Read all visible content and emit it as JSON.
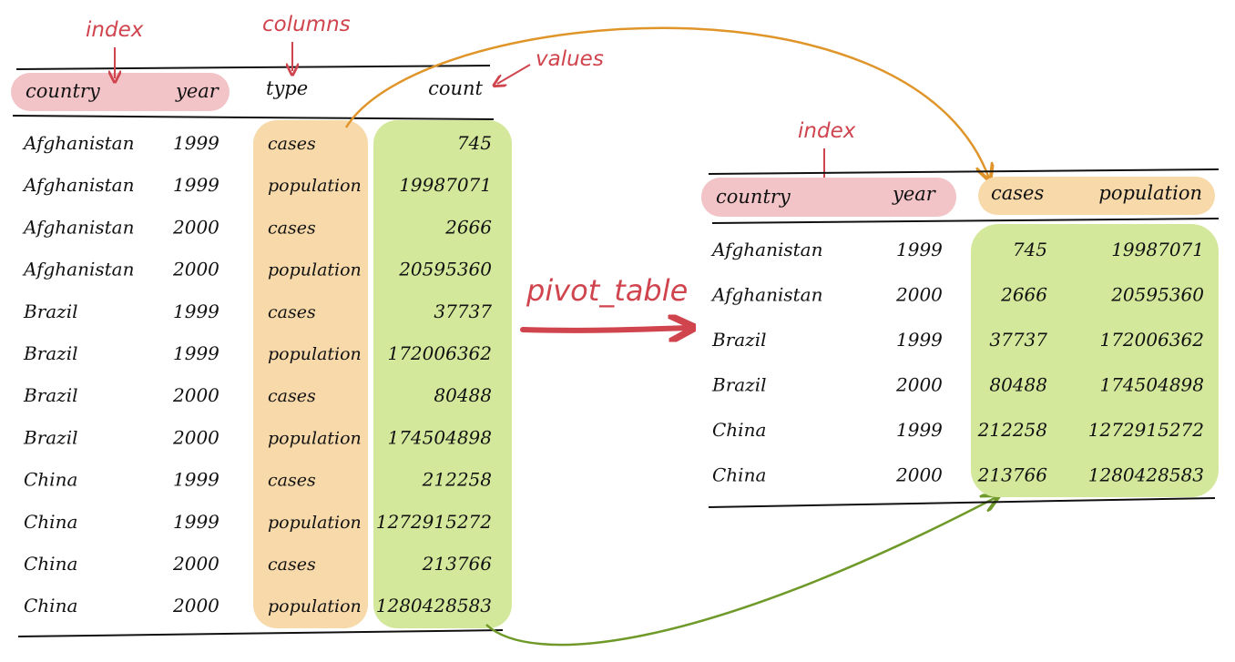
{
  "annotations": {
    "index_left": "index",
    "columns": "columns",
    "values": "values",
    "index_right": "index",
    "operation": "pivot_table"
  },
  "long_table": {
    "headers": [
      "country",
      "year",
      "type",
      "count"
    ],
    "rows": [
      [
        "Afghanistan",
        "1999",
        "cases",
        "745"
      ],
      [
        "Afghanistan",
        "1999",
        "population",
        "19987071"
      ],
      [
        "Afghanistan",
        "2000",
        "cases",
        "2666"
      ],
      [
        "Afghanistan",
        "2000",
        "population",
        "20595360"
      ],
      [
        "Brazil",
        "1999",
        "cases",
        "37737"
      ],
      [
        "Brazil",
        "1999",
        "population",
        "172006362"
      ],
      [
        "Brazil",
        "2000",
        "cases",
        "80488"
      ],
      [
        "Brazil",
        "2000",
        "population",
        "174504898"
      ],
      [
        "China",
        "1999",
        "cases",
        "212258"
      ],
      [
        "China",
        "1999",
        "population",
        "1272915272"
      ],
      [
        "China",
        "2000",
        "cases",
        "213766"
      ],
      [
        "China",
        "2000",
        "population",
        "1280428583"
      ]
    ]
  },
  "wide_table": {
    "headers": [
      "country",
      "year",
      "cases",
      "population"
    ],
    "rows": [
      [
        "Afghanistan",
        "1999",
        "745",
        "19987071"
      ],
      [
        "Afghanistan",
        "2000",
        "2666",
        "20595360"
      ],
      [
        "Brazil",
        "1999",
        "37737",
        "172006362"
      ],
      [
        "Brazil",
        "2000",
        "80488",
        "174504898"
      ],
      [
        "China",
        "1999",
        "212258",
        "1272915272"
      ],
      [
        "China",
        "2000",
        "213766",
        "1280428583"
      ]
    ]
  },
  "colors": {
    "index": "#f2c4c8",
    "columns": "#f7d9aa",
    "values": "#d4e89c",
    "accent_red": "#d0444e",
    "arrow_orange": "#e0952a",
    "arrow_green": "#6f9a2a"
  }
}
